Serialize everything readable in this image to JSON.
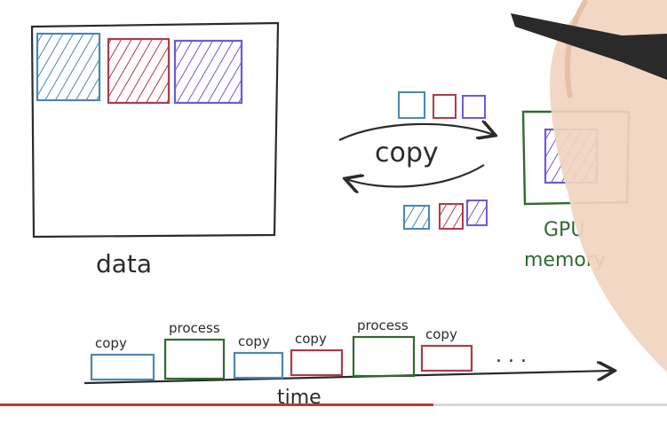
{
  "labels": {
    "data": "data",
    "copy": "copy",
    "gpu_line1": "GPU",
    "gpu_line2": "memory",
    "time": "time",
    "ellipsis": ". . ."
  },
  "timeline": [
    {
      "label": "copy",
      "color": "#4a86b8"
    },
    {
      "label": "process",
      "color": "#2e6b2e"
    },
    {
      "label": "copy",
      "color": "#4a86b8"
    },
    {
      "label": "copy",
      "color": "#b03a4a"
    },
    {
      "label": "process",
      "color": "#2e6b2e"
    },
    {
      "label": "copy",
      "color": "#b03a4a"
    }
  ],
  "colors": {
    "blue": "#4a86b8",
    "red": "#b03a4a",
    "purple": "#6b5bd8",
    "green": "#2e6b2e",
    "ink": "#2b2b2b",
    "skin": "#f2d4c0"
  },
  "icons": [
    "pen-icon",
    "hand-icon"
  ]
}
